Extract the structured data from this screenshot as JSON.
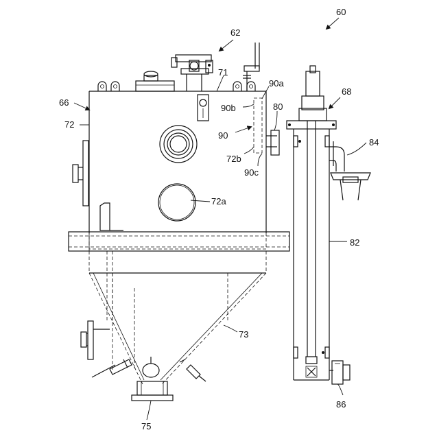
{
  "labels": {
    "l60": "60",
    "l62": "62",
    "l66": "66",
    "l68": "68",
    "l71": "71",
    "l72": "72",
    "l72a": "72a",
    "l72b": "72b",
    "l73": "73",
    "l75": "75",
    "l80": "80",
    "l82": "82",
    "l84": "84",
    "l86": "86",
    "l90": "90",
    "l90a": "90a",
    "l90b": "90b",
    "l90c": "90c"
  }
}
